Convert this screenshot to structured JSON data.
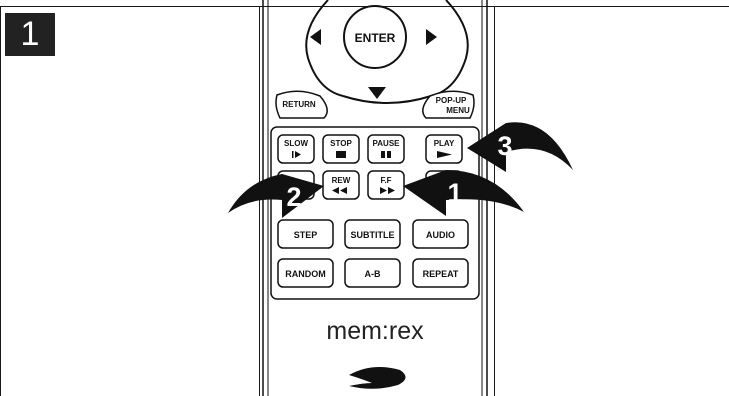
{
  "step_number": "1",
  "colors": {
    "ink": "#111111",
    "badge_bg": "#222222",
    "paper": "#ffffff"
  },
  "nav": {
    "enter_label": "ENTER",
    "return_label": "RETURN",
    "popup_line1": "POP-UP",
    "popup_line2": "MENU",
    "icons": [
      "arrow-left-icon",
      "arrow-right-icon",
      "arrow-down-icon"
    ]
  },
  "buttons": {
    "slow": "SLOW",
    "stop": "STOP",
    "pause": "PAUSE",
    "play": "PLAY",
    "rew": "REW",
    "ff": "F.F",
    "step": "STEP",
    "subtitle": "SUBTITLE",
    "audio": "AUDIO",
    "random": "RANDOM",
    "ab": "A-B",
    "repeat": "REPEAT"
  },
  "callouts": {
    "play": "3",
    "rew": "2",
    "ff": "1"
  },
  "brand": "mem:rex",
  "logo": "blu-ray-disc-icon"
}
